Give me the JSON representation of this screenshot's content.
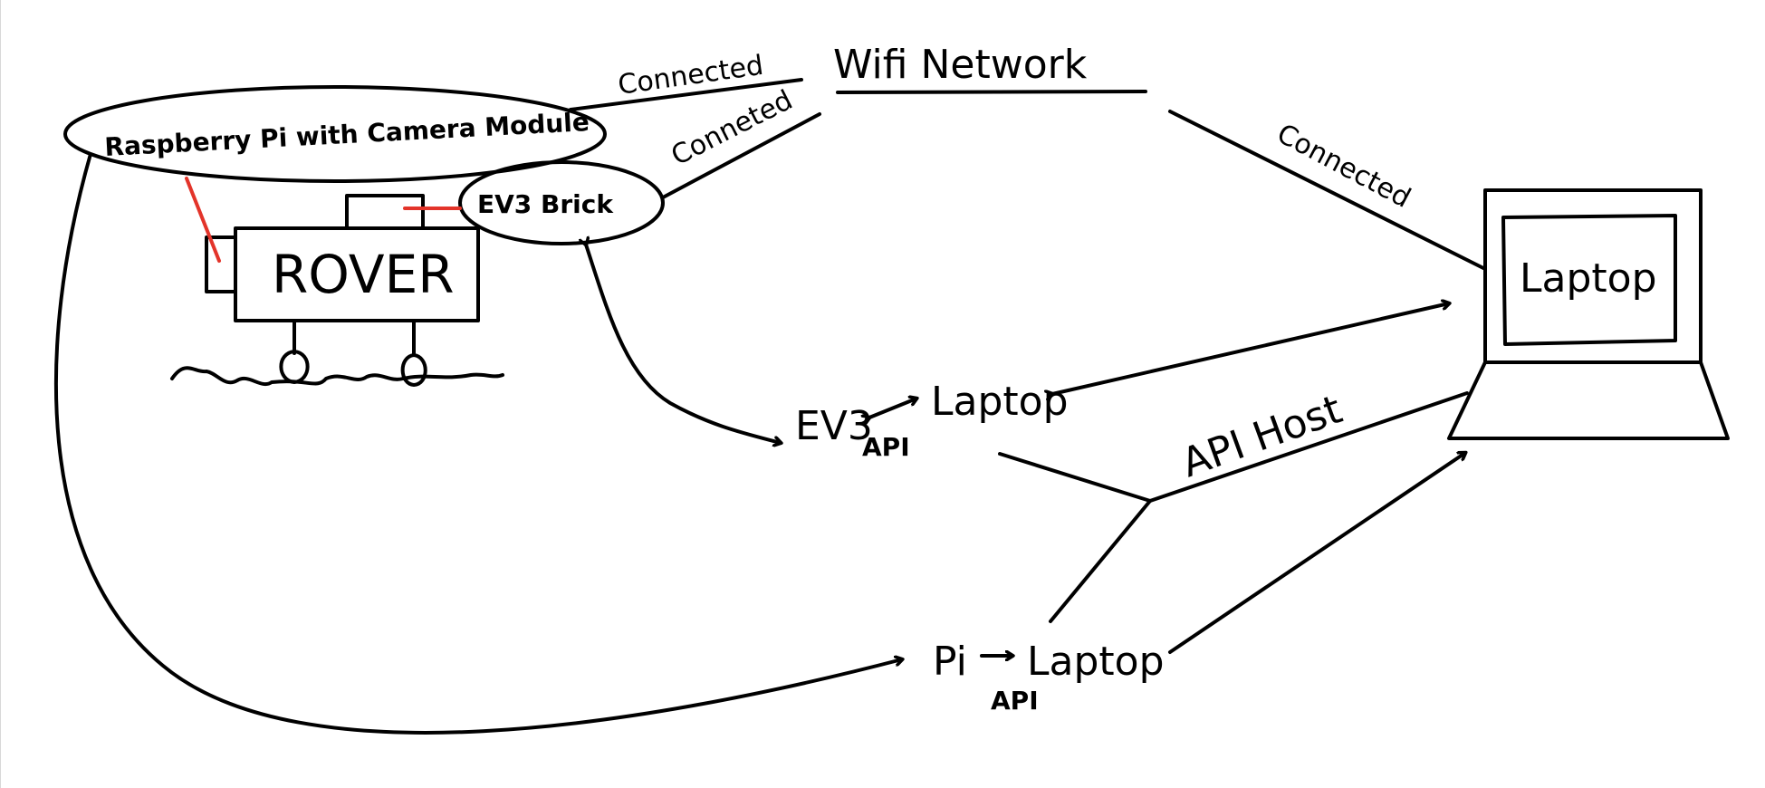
{
  "nodes": {
    "wifi": "Wifi Network",
    "raspberry_pi": "Raspberry Pi with Camera Module",
    "ev3_brick": "EV3 Brick",
    "rover": "ROVER",
    "laptop": "Laptop"
  },
  "edge_labels": {
    "pi_wifi": "Connected",
    "ev3_wifi": "Conneted",
    "laptop_wifi": "Connected",
    "api_host": "API Host"
  },
  "api_groups": {
    "ev3": {
      "left": "EV3",
      "right": "Laptop",
      "sub": "API"
    },
    "pi": {
      "left": "Pi",
      "right": "Laptop",
      "sub": "API"
    }
  },
  "colors": {
    "ink": "#000000",
    "mount": "#e3342a"
  }
}
